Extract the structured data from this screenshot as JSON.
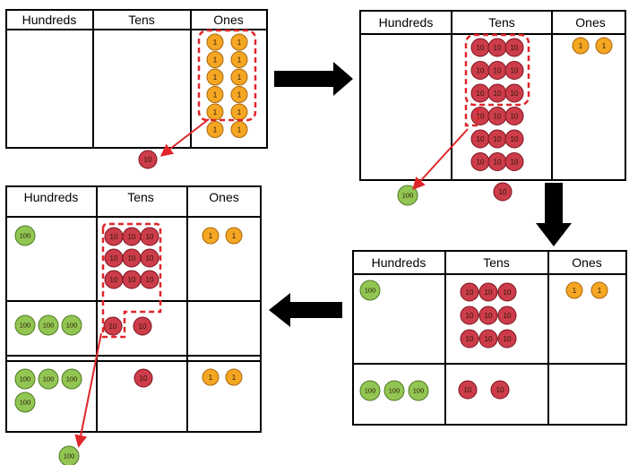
{
  "headers": [
    "Hundreds",
    "Tens",
    "Ones"
  ],
  "counter_labels": {
    "one": "1",
    "ten": "10",
    "hundred": "100"
  },
  "colors": {
    "one_fill": "#f5a623",
    "one_stroke": "#a8670a",
    "ten_fill": "#cd3c4a",
    "ten_stroke": "#7a1420",
    "hundred_fill": "#92c552",
    "hundred_stroke": "#4f7a25",
    "regroup_outline": "#e0262a",
    "arrow": "#000000"
  },
  "panels": {
    "step1": {
      "hundreds": 0,
      "tens": 0,
      "ones": 12,
      "ones_grouped": 10,
      "carried_out": "ten"
    },
    "step2": {
      "hundreds": 0,
      "tens": 18,
      "ones": 2,
      "tens_grouped": 10,
      "carried_out": "hundred",
      "extra_below": "ten"
    },
    "step3": {
      "rows": [
        {
          "hundreds": 1,
          "tens": 9,
          "ones": 2
        },
        {
          "hundreds": 3,
          "tens": 2,
          "ones": 0
        }
      ]
    },
    "step4": {
      "rows": [
        {
          "hundreds": 1,
          "tens": 9,
          "ones": 2
        },
        {
          "hundreds": 3,
          "tens": 2,
          "ones": 0
        },
        {
          "hundreds": 4,
          "tens": 1,
          "ones": 2
        }
      ],
      "tens_grouped": 10,
      "carried_out": "hundred"
    }
  }
}
